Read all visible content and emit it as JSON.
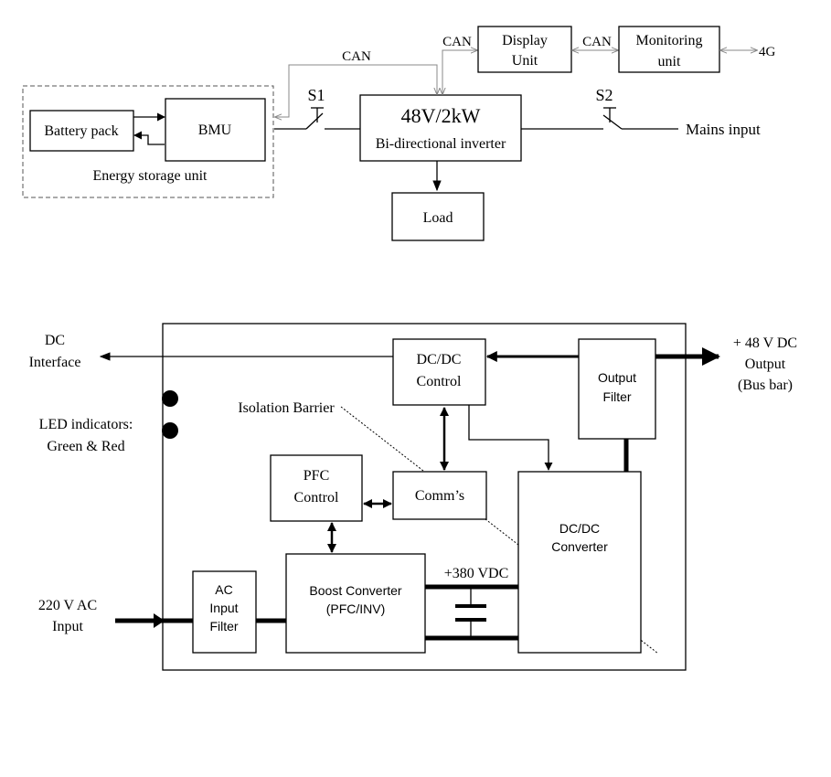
{
  "top_diagram": {
    "energy_storage_label": "Energy storage unit",
    "battery_pack": "Battery pack",
    "bmu": "BMU",
    "s1": "S1",
    "s2": "S2",
    "inverter_line1": "48V/2kW",
    "inverter_line2": "Bi-directional inverter",
    "load": "Load",
    "mains_input": "Mains input",
    "display_line1": "Display",
    "display_line2": "Unit",
    "monitoring_line1": "Monitoring",
    "monitoring_line2": "unit",
    "can_bmu": "CAN",
    "can_display": "CAN",
    "can_monitoring": "CAN",
    "four_g": "4G"
  },
  "bottom_diagram": {
    "dc_interface_line1": "DC",
    "dc_interface_line2": "Interface",
    "led_line1": "LED indicators:",
    "led_line2": "Green & Red",
    "ac_input_line1": "220 V AC",
    "ac_input_line2": "Input",
    "output_line1": "+ 48 V DC",
    "output_line2": "Output",
    "output_line3": "(Bus bar)",
    "dcdc_control_line1": "DC/DC",
    "dcdc_control_line2": "Control",
    "output_filter_line1": "Output",
    "output_filter_line2": "Filter",
    "isolation_barrier": "Isolation Barrier",
    "pfc_control_line1": "PFC",
    "pfc_control_line2": "Control",
    "comms": "Comm’s",
    "dcdc_converter_line1": "DC/DC",
    "dcdc_converter_line2": "Converter",
    "ac_filter_line1": "AC",
    "ac_filter_line2": "Input",
    "ac_filter_line3": "Filter",
    "boost_line1": "Boost Converter",
    "boost_line2": "(PFC/INV)",
    "vdc_label": "+380 VDC"
  }
}
